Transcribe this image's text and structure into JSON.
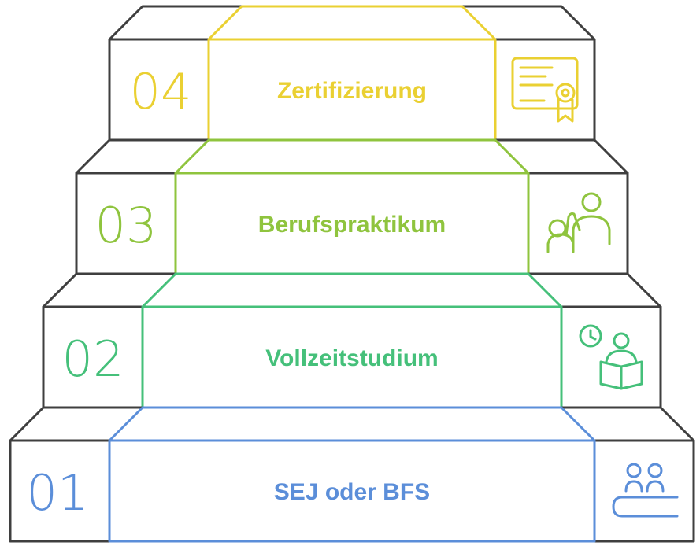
{
  "colors": {
    "outline": "#3f3f3f",
    "step1": "#5b8ed9",
    "step2": "#45c07a",
    "step3": "#8fc43e",
    "step4": "#ead032"
  },
  "steps": [
    {
      "number": "01",
      "label": "SEJ oder BFS",
      "icon": "students-desk-icon",
      "color": "#5b8ed9"
    },
    {
      "number": "02",
      "label": "Vollzeitstudium",
      "icon": "reading-clock-icon",
      "color": "#45c07a"
    },
    {
      "number": "03",
      "label": "Berufspraktikum",
      "icon": "mentoring-icon",
      "color": "#8fc43e"
    },
    {
      "number": "04",
      "label": "Zertifizierung",
      "icon": "certificate-icon",
      "color": "#ead032"
    }
  ]
}
